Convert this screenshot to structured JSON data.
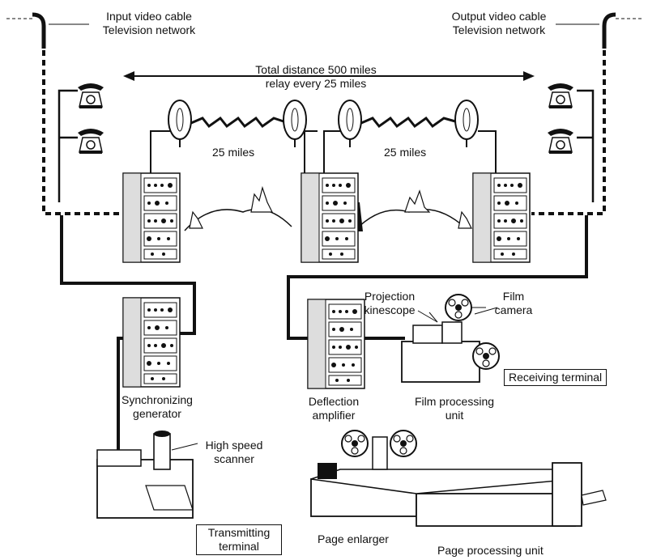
{
  "labels": {
    "input_cable_1": "Input video cable",
    "input_cable_2": "Television network",
    "output_cable_1": "Output video cable",
    "output_cable_2": "Television network",
    "total_distance_1": "Total distance 500 miles",
    "total_distance_2": "relay every 25 miles",
    "miles_left": "25 miles",
    "miles_right": "25 miles",
    "projection_1": "Projection",
    "projection_2": "kinescope",
    "film_camera_1": "Film",
    "film_camera_2": "camera",
    "receiving_terminal": "Receiving terminal",
    "sync_gen_1": "Synchronizing",
    "sync_gen_2": "generator",
    "deflection_1": "Deflection",
    "deflection_2": "amplifier",
    "film_proc_1": "Film processing",
    "film_proc_2": "unit",
    "scanner_1": "High speed",
    "scanner_2": "scanner",
    "transmitting_1": "Transmitting",
    "transmitting_2": "terminal",
    "page_enlarger": "Page enlarger",
    "page_processing": "Page processing unit"
  }
}
